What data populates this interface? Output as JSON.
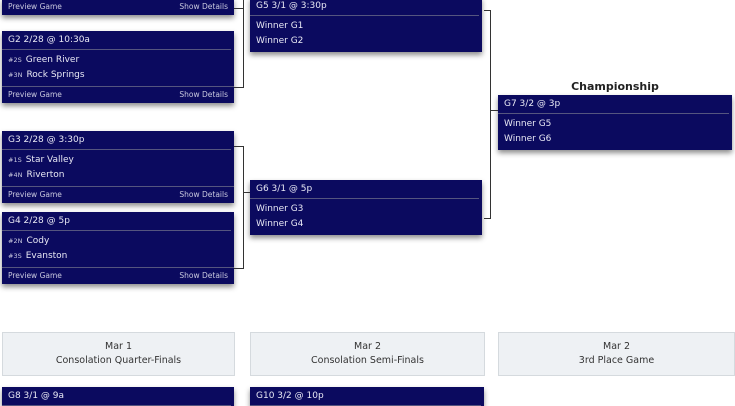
{
  "games": {
    "g1": {
      "preview": "Preview Game",
      "details": "Show Details"
    },
    "g2": {
      "header": "G2 2/28 @ 10:30a",
      "teams": [
        {
          "seed": "#2S",
          "name": "Green River"
        },
        {
          "seed": "#3N",
          "name": "Rock Springs"
        }
      ],
      "preview": "Preview Game",
      "details": "Show Details"
    },
    "g3": {
      "header": "G3 2/28 @ 3:30p",
      "teams": [
        {
          "seed": "#1S",
          "name": "Star Valley"
        },
        {
          "seed": "#4N",
          "name": "Riverton"
        }
      ],
      "preview": "Preview Game",
      "details": "Show Details"
    },
    "g4": {
      "header": "G4 2/28 @ 5p",
      "teams": [
        {
          "seed": "#2N",
          "name": "Cody"
        },
        {
          "seed": "#3S",
          "name": "Evanston"
        }
      ],
      "preview": "Preview Game",
      "details": "Show Details"
    },
    "g5": {
      "header": "G5 3/1 @ 3:30p",
      "teams": [
        "Winner G1",
        "Winner G2"
      ]
    },
    "g6": {
      "header": "G6 3/1 @ 5p",
      "teams": [
        "Winner G3",
        "Winner G4"
      ]
    },
    "g7": {
      "header": "G7 3/2 @ 3p",
      "teams": [
        "Winner G5",
        "Winner G6"
      ]
    },
    "g8": {
      "header": "G8 3/1 @ 9a"
    },
    "g10": {
      "header": "G10 3/2 @ 10p"
    }
  },
  "championship_label": "Championship",
  "rounds": [
    {
      "date": "Mar 1",
      "name": "Consolation Quarter-Finals"
    },
    {
      "date": "Mar 2",
      "name": "Consolation Semi-Finals"
    },
    {
      "date": "Mar 2",
      "name": "3rd Place Game"
    }
  ]
}
